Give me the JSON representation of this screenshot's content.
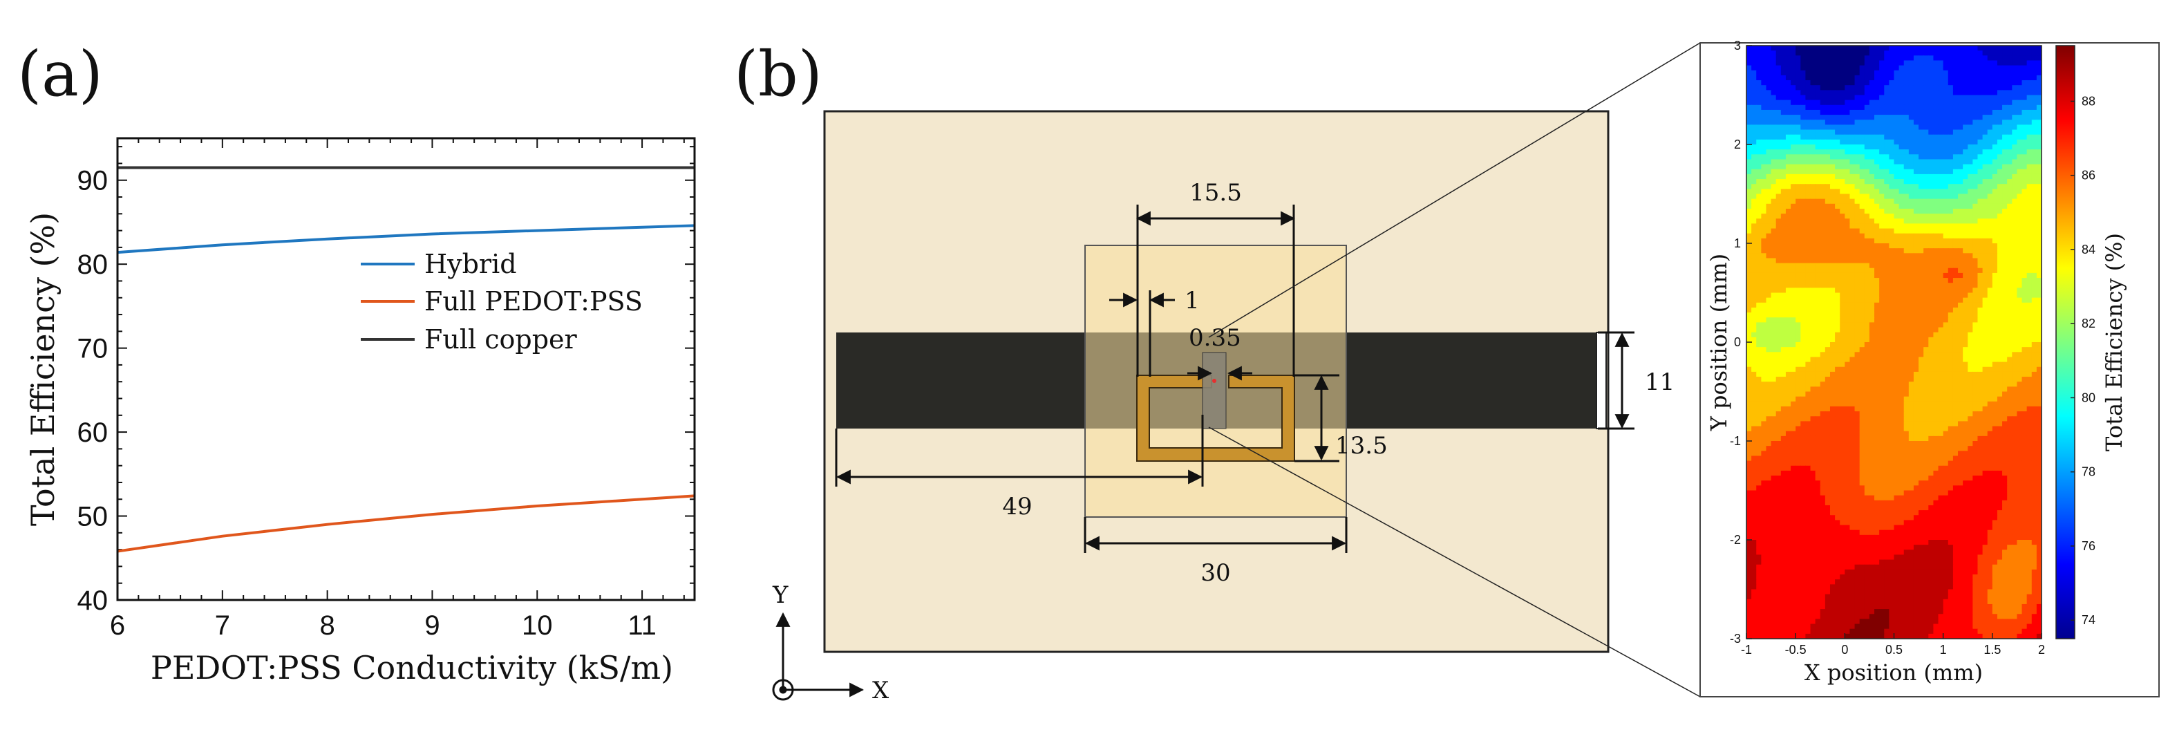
{
  "panels": {
    "a_label": "(a)",
    "b_label": "(b)"
  },
  "chart_data": [
    {
      "type": "line",
      "xlabel": "PEDOT:PSS Conductivity (kS/m)",
      "ylabel": "Total Efficiency (%)",
      "xlim": [
        6,
        11.5
      ],
      "ylim": [
        40,
        95
      ],
      "x_ticks": [
        "6",
        "7",
        "8",
        "9",
        "10",
        "11"
      ],
      "y_ticks": [
        "40",
        "50",
        "60",
        "70",
        "80",
        "90"
      ],
      "grid": false,
      "legend_position": "middle-right",
      "series": [
        {
          "name": "Hybrid",
          "color": "#1f77c0",
          "x": [
            6,
            7,
            8,
            9,
            10,
            11,
            11.5
          ],
          "y": [
            81.4,
            82.3,
            83.0,
            83.6,
            84.0,
            84.4,
            84.6
          ]
        },
        {
          "name": "Full PEDOT:PSS",
          "color": "#e0561c",
          "x": [
            6,
            7,
            8,
            9,
            10,
            11,
            11.5
          ],
          "y": [
            45.8,
            47.6,
            49.0,
            50.2,
            51.2,
            52.0,
            52.4
          ]
        },
        {
          "name": "Full copper",
          "color": "#333333",
          "x": [
            6,
            11.5
          ],
          "y": [
            91.5,
            91.5
          ]
        }
      ]
    },
    {
      "type": "heatmap",
      "xlabel": "X position (mm)",
      "ylabel": "Y position (mm)",
      "colorbar_label": "Total Efficiency (%)",
      "xlim": [
        -1,
        2
      ],
      "ylim": [
        -3,
        3
      ],
      "x_ticks": [
        "-1",
        "-0.5",
        "0",
        "0.5",
        "1",
        "1.5",
        "2"
      ],
      "y_ticks": [
        "-3",
        "-2",
        "-1",
        "0",
        "1",
        "2",
        "3"
      ],
      "colorbar_range": [
        73.5,
        89.5
      ],
      "colorbar_ticks": [
        "74",
        "76",
        "78",
        "80",
        "82",
        "84",
        "86",
        "88"
      ],
      "colormap": "jet",
      "y_profile": {
        "y": [
          -3,
          -2.5,
          -2,
          -1.5,
          -1,
          -0.5,
          0,
          0.5,
          1,
          1.5,
          2,
          2.5,
          3
        ],
        "efficiency": [
          88.3,
          88.0,
          87.2,
          86.5,
          85.8,
          85.0,
          84.4,
          84.4,
          84.8,
          82.5,
          79.0,
          76.5,
          75.0
        ]
      }
    }
  ],
  "diagram": {
    "dimensions": {
      "top_width": "15.5",
      "gap": "1",
      "feed_width": "0.35",
      "strip_height": "11",
      "loop_height": "13.5",
      "offset": "49",
      "patch_width": "30"
    },
    "axes": {
      "y_label": "Y",
      "x_label": "X"
    },
    "colors": {
      "substrate": "#f3e8cf",
      "overlay": "#f7df9e",
      "strip": "#2a2a26",
      "loop": "#c9922e",
      "feed": "#8a8476"
    }
  }
}
